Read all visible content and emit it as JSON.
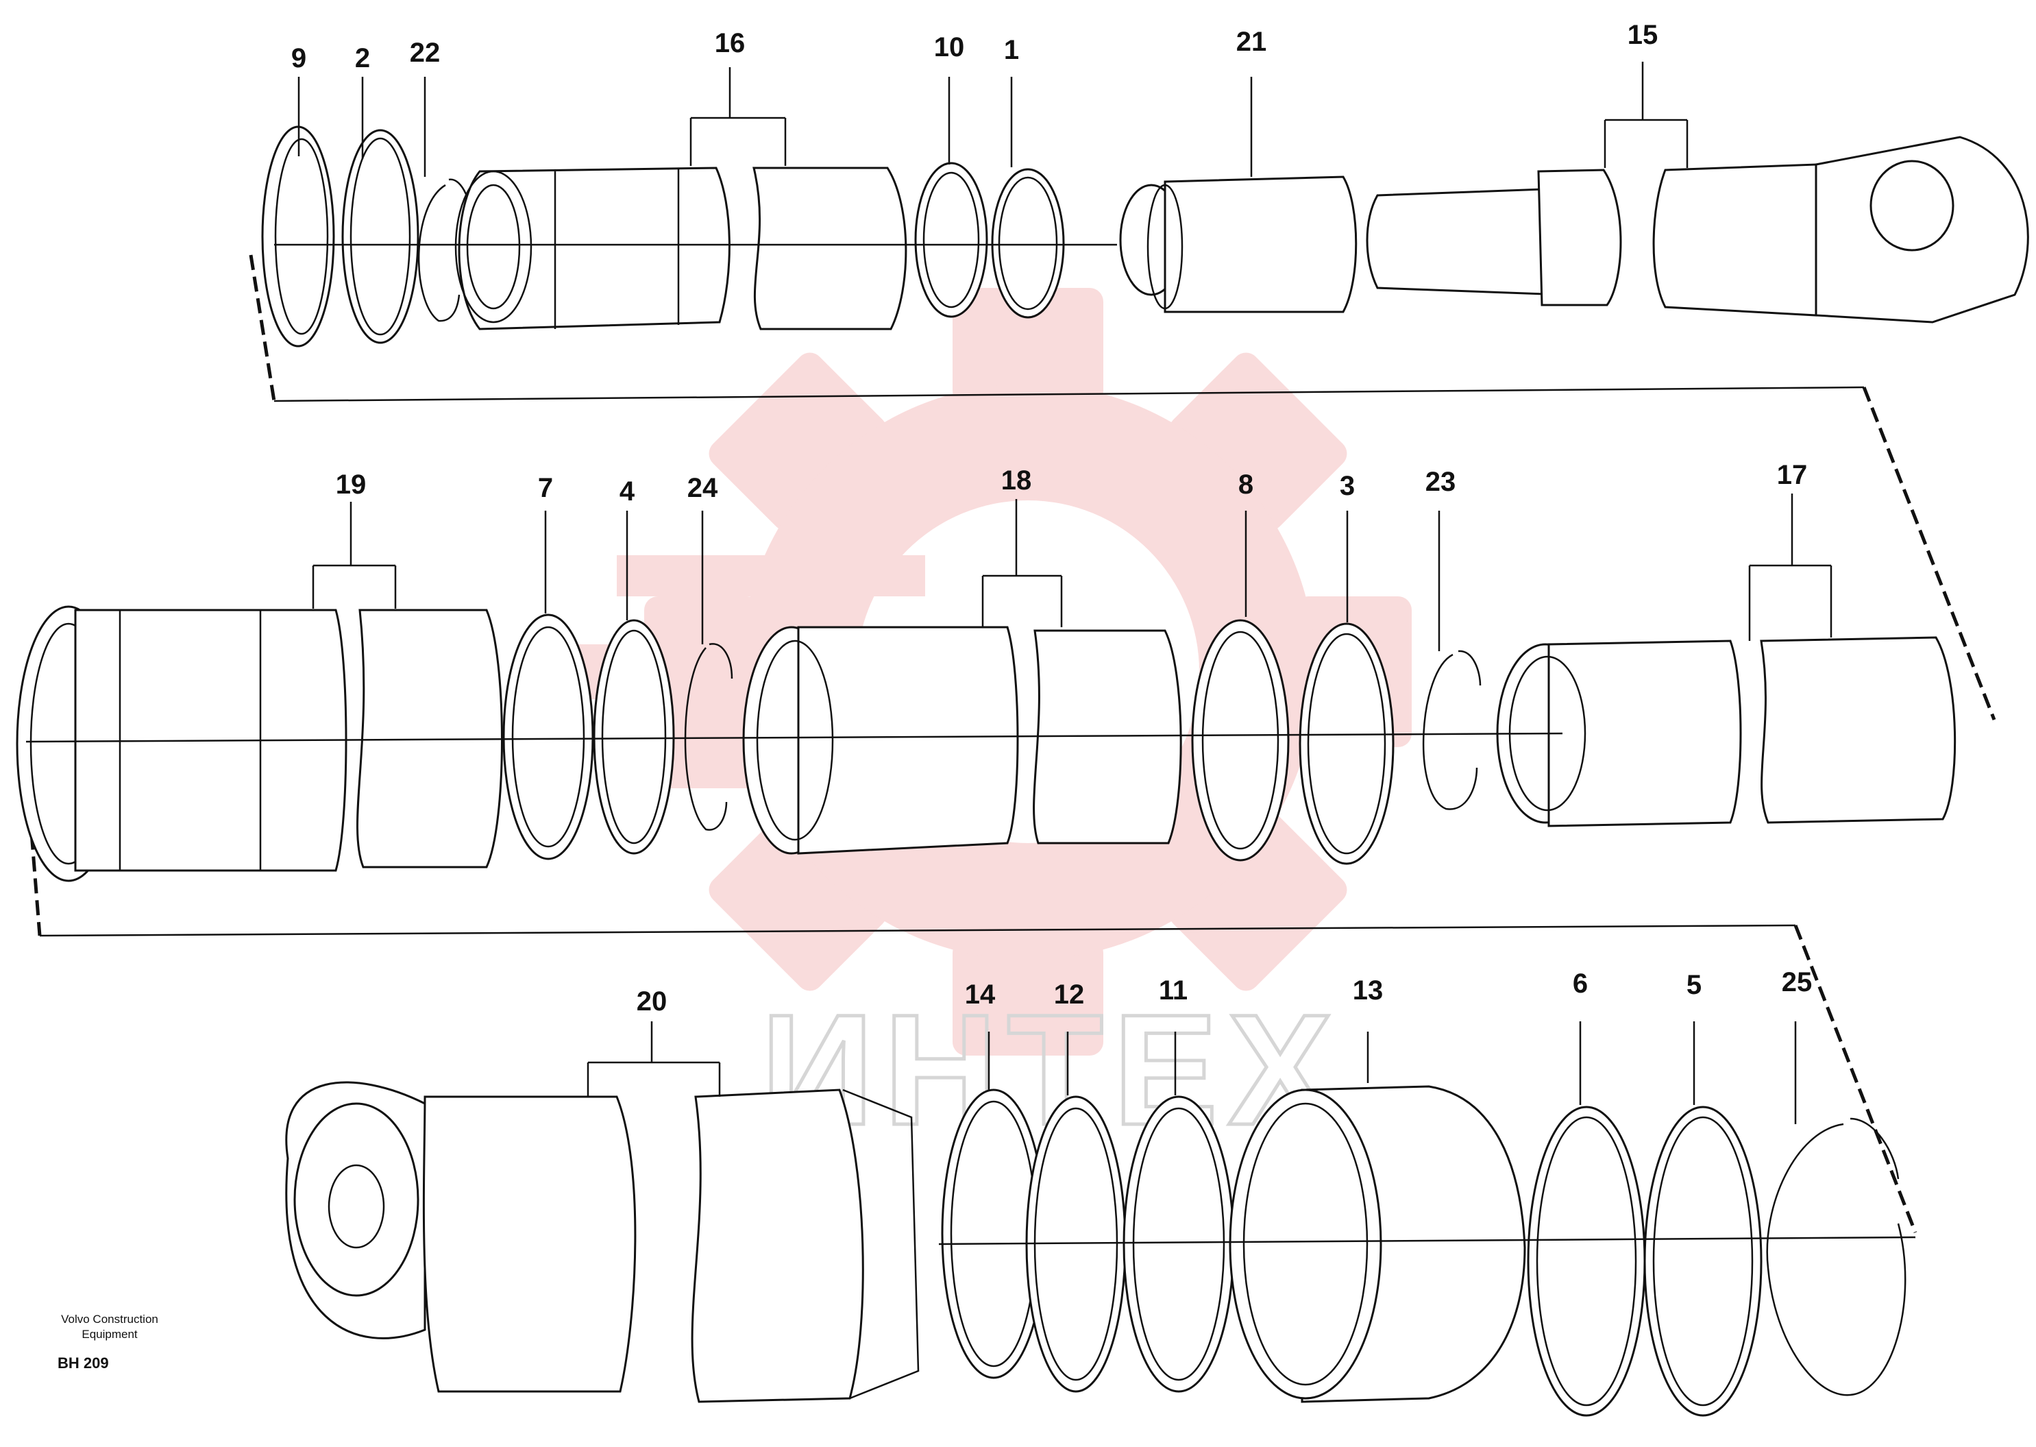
{
  "diagram": {
    "callouts": [
      {
        "id": "9",
        "text": "9"
      },
      {
        "id": "2",
        "text": "2"
      },
      {
        "id": "22",
        "text": "22"
      },
      {
        "id": "16",
        "text": "16"
      },
      {
        "id": "10",
        "text": "10"
      },
      {
        "id": "1",
        "text": "1"
      },
      {
        "id": "21",
        "text": "21"
      },
      {
        "id": "15",
        "text": "15"
      },
      {
        "id": "19",
        "text": "19"
      },
      {
        "id": "7",
        "text": "7"
      },
      {
        "id": "4",
        "text": "4"
      },
      {
        "id": "24",
        "text": "24"
      },
      {
        "id": "18",
        "text": "18"
      },
      {
        "id": "8",
        "text": "8"
      },
      {
        "id": "3",
        "text": "3"
      },
      {
        "id": "23",
        "text": "23"
      },
      {
        "id": "17",
        "text": "17"
      },
      {
        "id": "20",
        "text": "20"
      },
      {
        "id": "14",
        "text": "14"
      },
      {
        "id": "12",
        "text": "12"
      },
      {
        "id": "11",
        "text": "11"
      },
      {
        "id": "13",
        "text": "13"
      },
      {
        "id": "6",
        "text": "6"
      },
      {
        "id": "5",
        "text": "5"
      },
      {
        "id": "25",
        "text": "25"
      }
    ],
    "manufacturer_line1": "Volvo Construction",
    "manufacturer_line2": "Equipment",
    "drawing_code": "BH 209"
  },
  "watermark": {
    "text": "ИНТЕХ",
    "color": "#f4a3a3"
  },
  "colors": {
    "ink": "#111111",
    "background": "#ffffff",
    "watermark_text": "#d6d6d6"
  }
}
